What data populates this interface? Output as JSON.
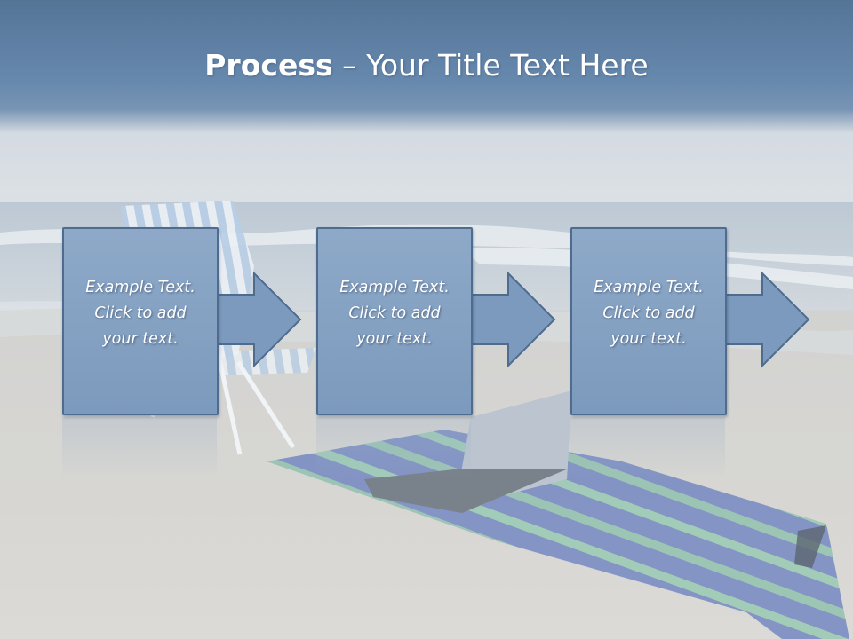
{
  "slide": {
    "title_bold": "Process",
    "title_rest": " – Your Title Text Here"
  },
  "steps": [
    {
      "text": "Example Text.\nClick  to add\nyour text."
    },
    {
      "text": "Example Text.\nClick  to add\nyour text."
    },
    {
      "text": "Example Text.\nClick  to add\nyour text."
    }
  ],
  "colors": {
    "title_band": "#6688ad",
    "box_fill": "#7c9abd",
    "box_border": "#4f6c8f",
    "text": "#ffffff"
  }
}
